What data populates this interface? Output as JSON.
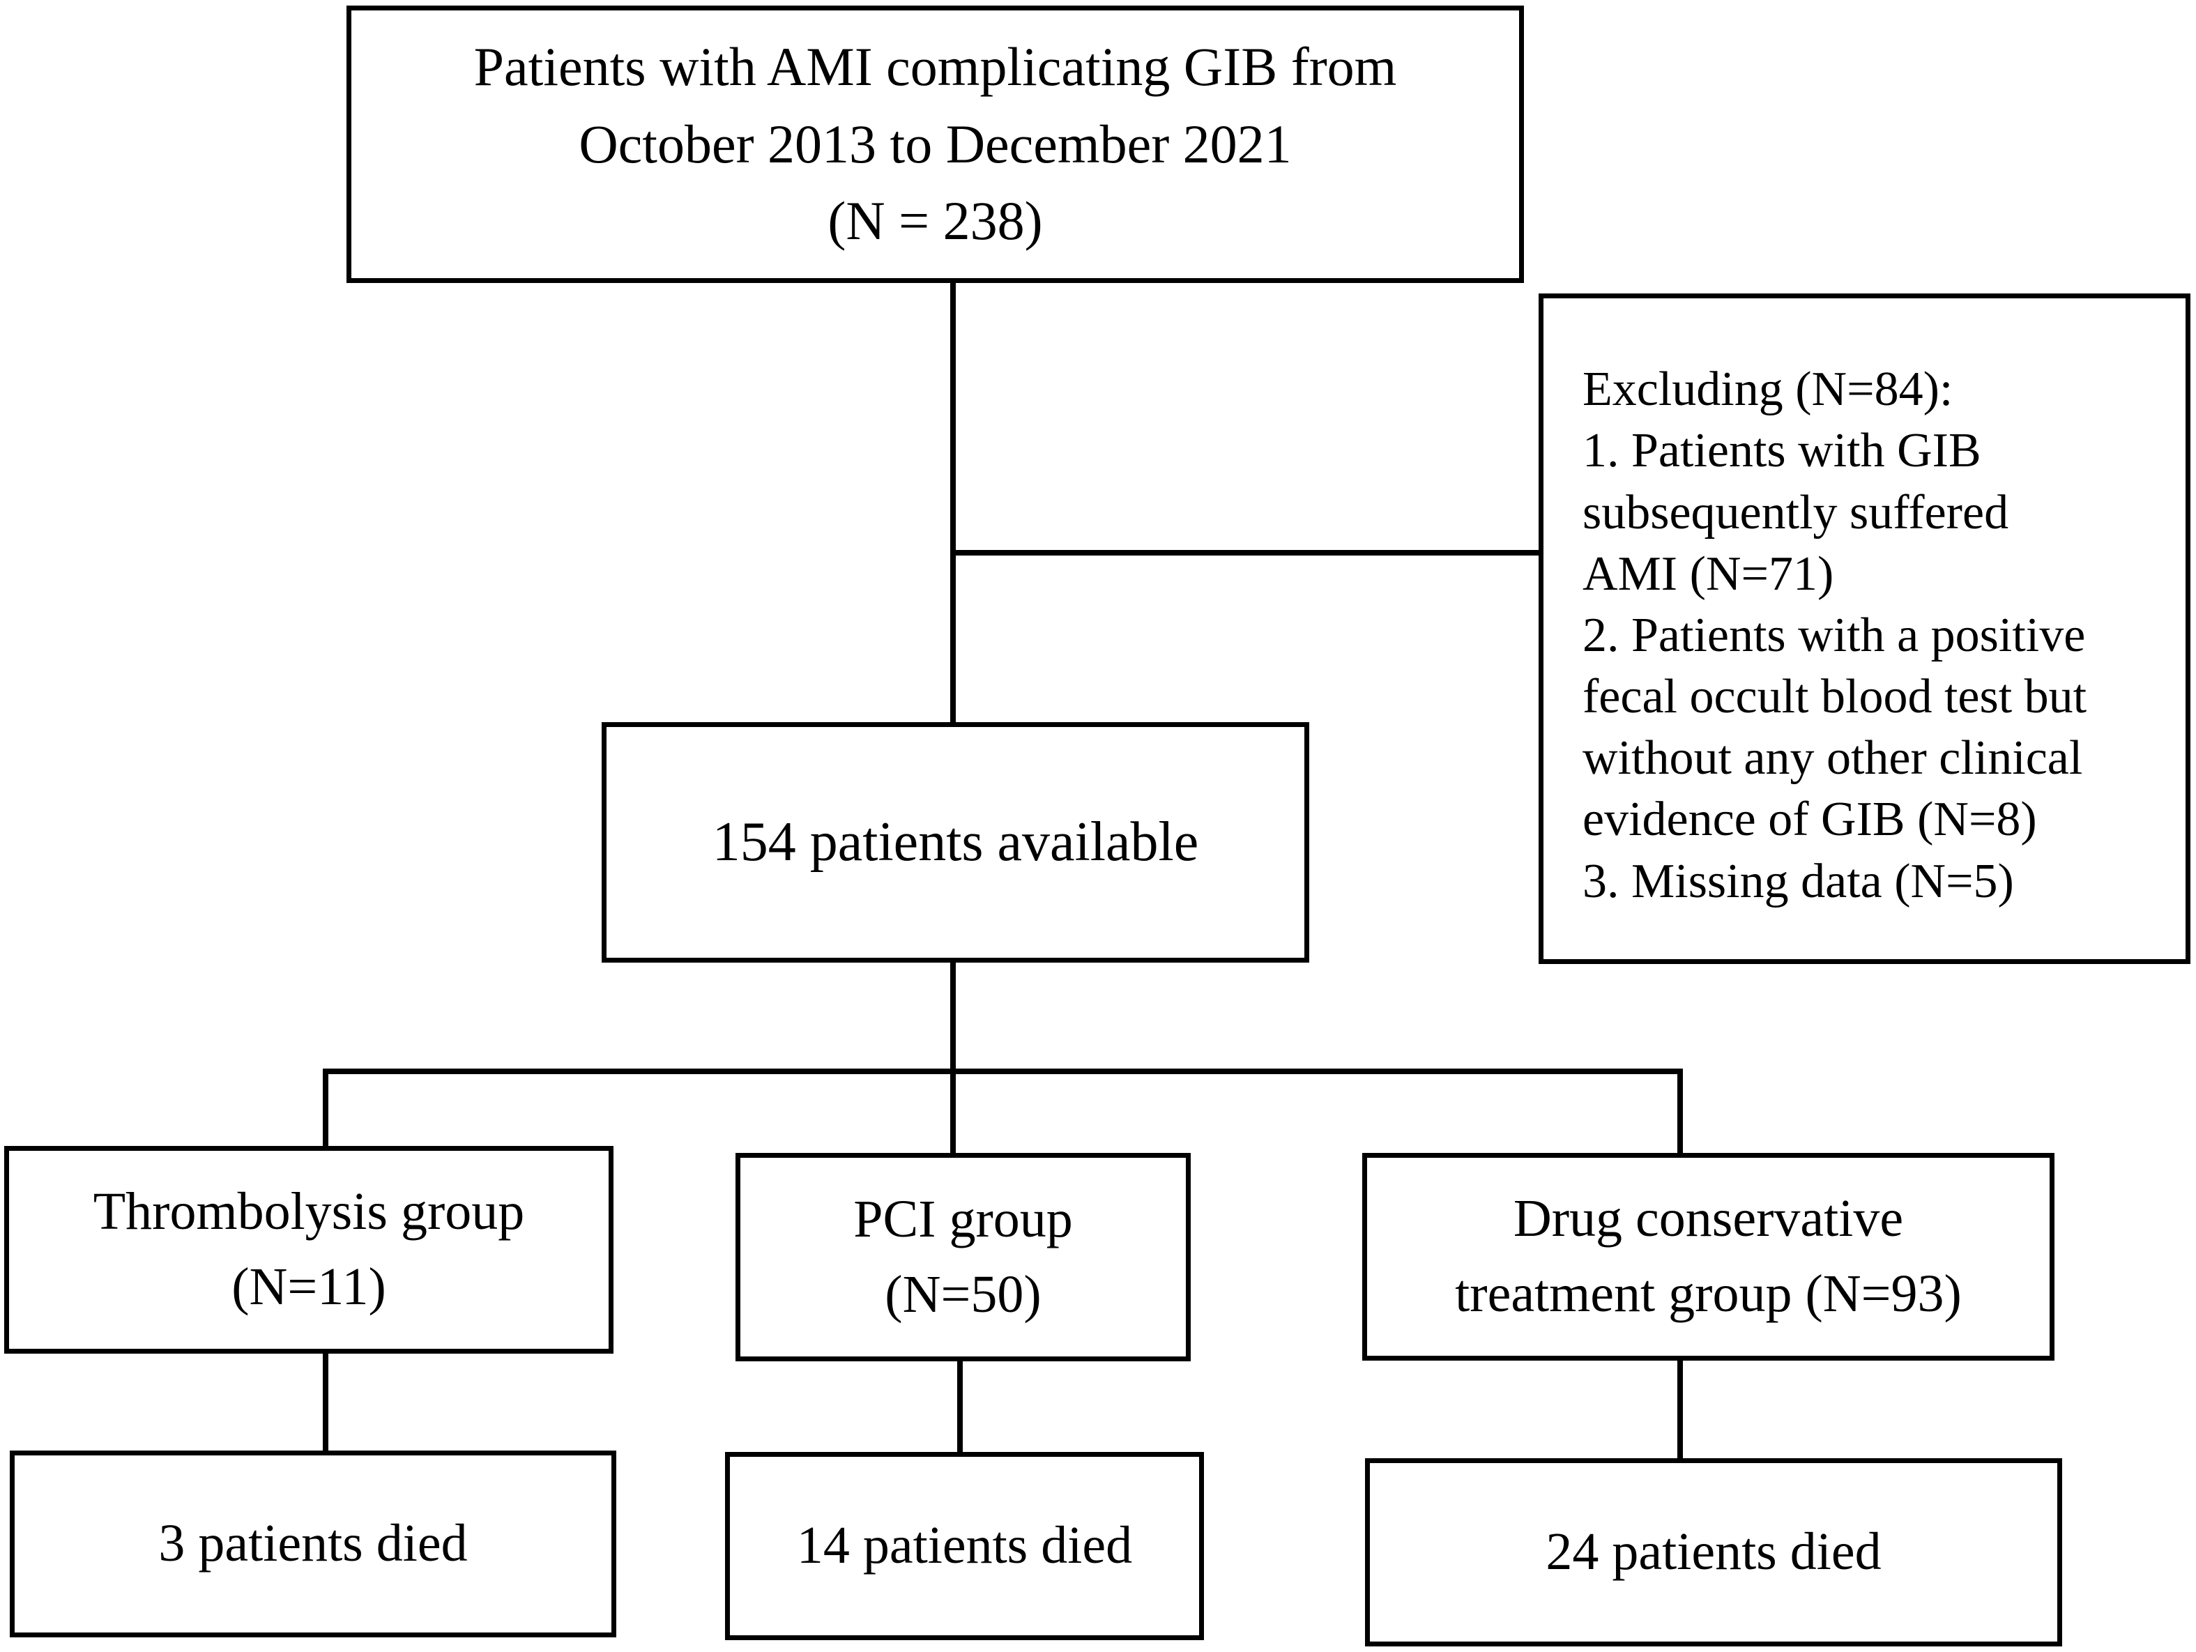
{
  "source": {
    "lines": [
      "Patients with AMI complicating GIB from",
      "October 2013 to December 2021",
      "(N = 238)"
    ]
  },
  "exclusion": {
    "lines": [
      "Excluding (N=84):",
      "1. Patients with GIB",
      "subsequently suffered",
      "AMI (N=71)",
      "2. Patients with a positive",
      "fecal occult blood test but",
      "without any other clinical",
      "evidence of GIB (N=8)",
      "3. Missing data (N=5)"
    ]
  },
  "available": {
    "label": "154 patients available"
  },
  "groups": [
    {
      "lines": [
        "Thrombolysis group",
        "(N=11)"
      ],
      "outcome": "3 patients died"
    },
    {
      "lines": [
        "PCI group",
        "(N=50)"
      ],
      "outcome": "14 patients died"
    },
    {
      "lines": [
        "Drug conservative",
        "treatment group (N=93)"
      ],
      "outcome": "24 patients died"
    }
  ],
  "colors": {
    "line": "#000000",
    "background": "#ffffff"
  }
}
